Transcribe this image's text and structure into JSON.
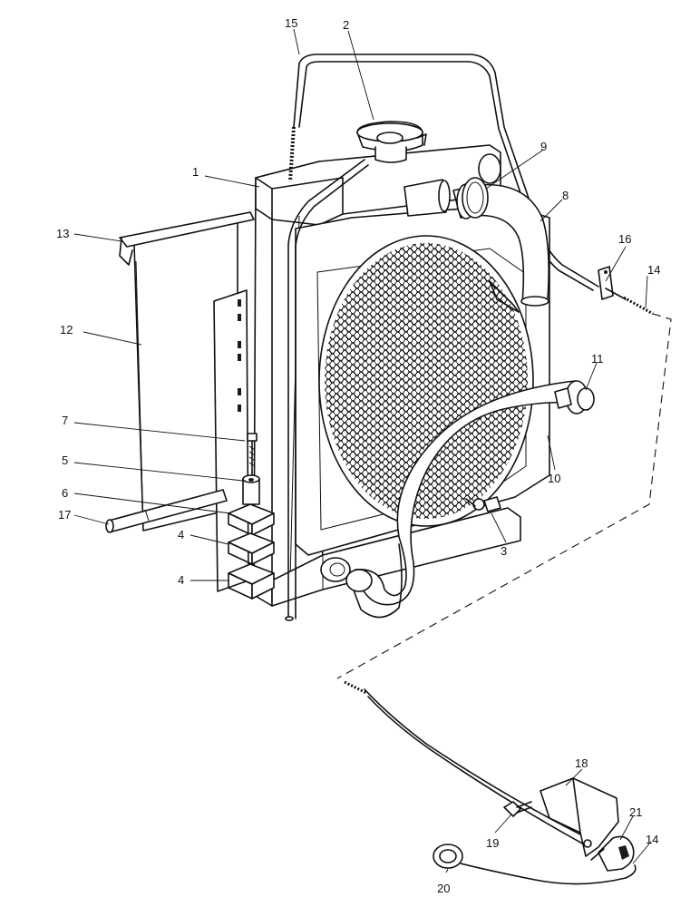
{
  "callouts": {
    "c1": "1",
    "c2": "2",
    "c3": "3",
    "c4a": "4",
    "c4b": "4",
    "c5": "5",
    "c6": "6",
    "c7": "7",
    "c8": "8",
    "c9": "9",
    "c10": "10",
    "c11": "11",
    "c12": "12",
    "c13": "13",
    "c14a": "14",
    "c14b": "14",
    "c15": "15",
    "c16": "16",
    "c17": "17",
    "c18": "18",
    "c19": "19",
    "c20": "20",
    "c21": "21"
  },
  "colors": {
    "line": "#111111",
    "background": "#ffffff",
    "core_mesh": "#1a1a1a"
  }
}
